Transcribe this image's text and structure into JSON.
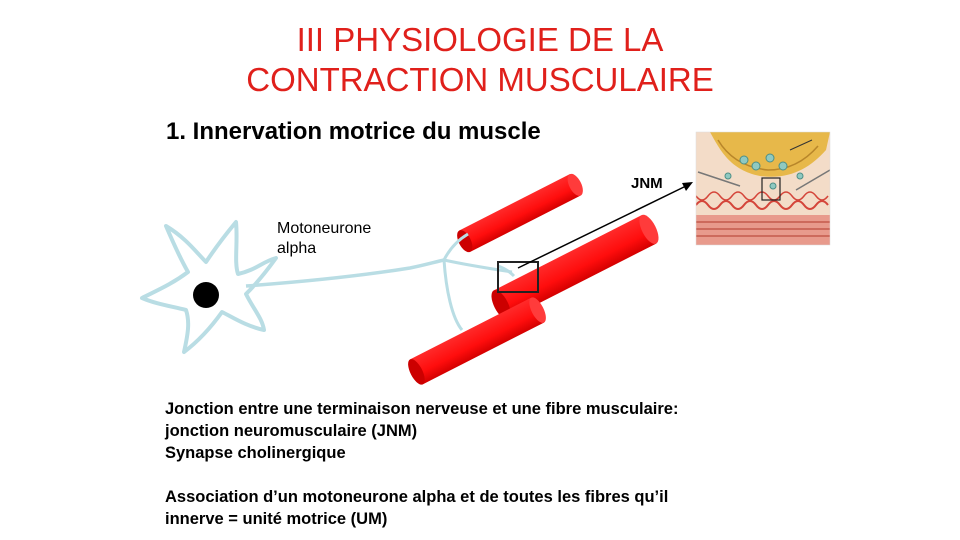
{
  "slide": {
    "title_line1": "III PHYSIOLOGIE DE LA",
    "title_line2": "CONTRACTION MUSCULAIRE",
    "subtitle": "1. Innervation motrice du muscle"
  },
  "diagram": {
    "neuron_label_line1": "Motoneurone",
    "neuron_label_line2": "alpha",
    "junction_label": "JNM",
    "colors": {
      "title": "#e0201b",
      "muscle_fiber": "#ff1a1a",
      "muscle_fiber_dark": "#c00000",
      "neuron": "#b9dde4",
      "neuron_outline": "#8fb7c2"
    }
  },
  "body": {
    "line1": "Jonction entre une terminaison nerveuse et une fibre musculaire:",
    "line2": "jonction neuromusculaire (JNM)",
    "line3": "Synapse cholinergique",
    "line4": "Association  d’un motoneurone alpha et de toutes les fibres qu’il",
    "line5": "innerve = unité motrice (UM)"
  }
}
